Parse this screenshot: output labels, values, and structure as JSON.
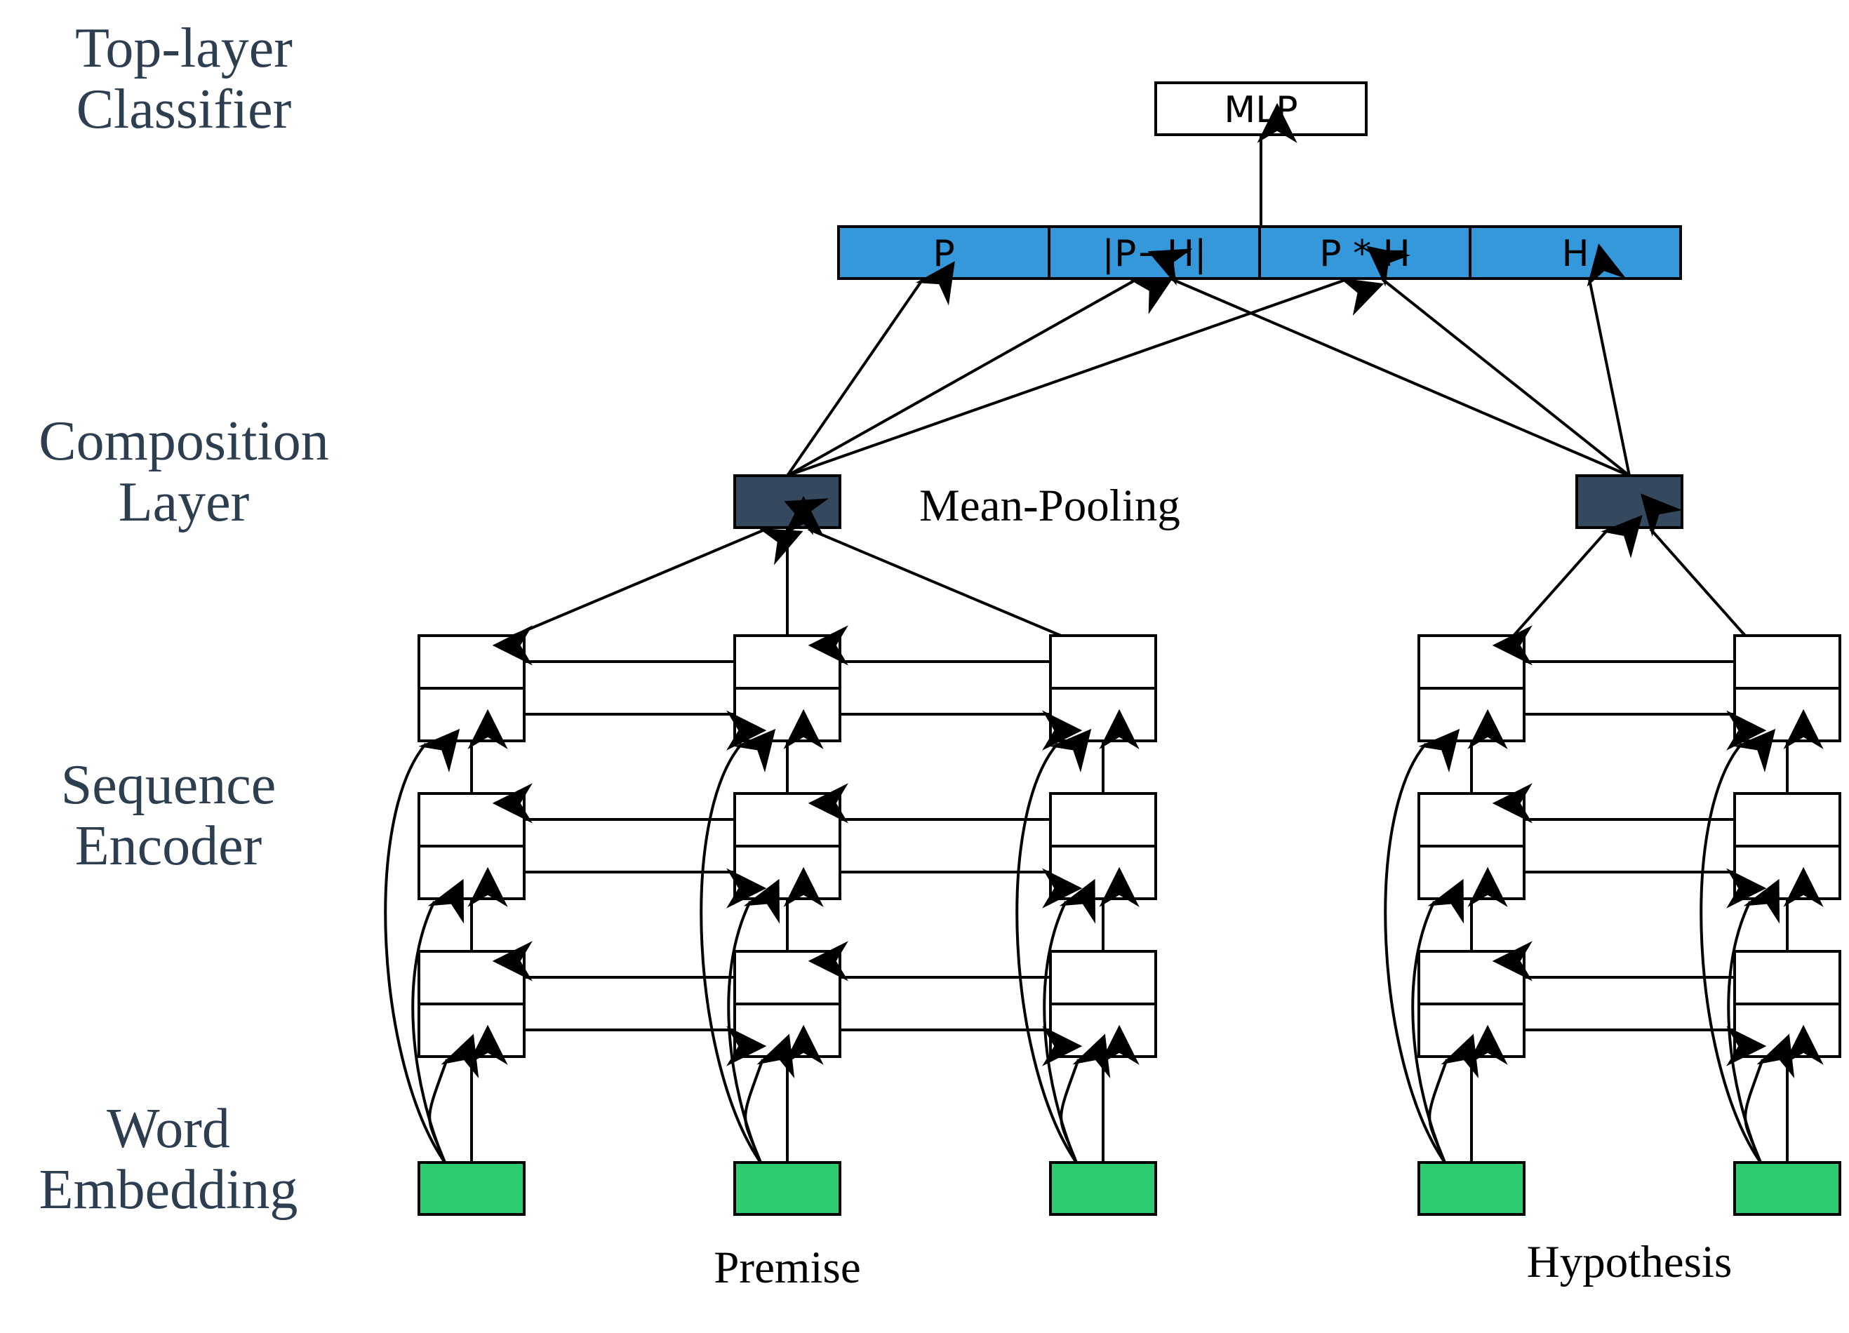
{
  "side_labels": {
    "classifier": [
      "Top-layer",
      "Classifier"
    ],
    "composition": [
      "Composition",
      "Layer"
    ],
    "encoder": [
      "Sequence",
      "Encoder"
    ],
    "embedding": [
      "Word",
      "Embedding"
    ]
  },
  "mlp": {
    "label": "MLP"
  },
  "concat": {
    "segments": [
      "P",
      "|P−H|",
      "P * H",
      "H"
    ]
  },
  "pooling": {
    "label": "Mean-Pooling"
  },
  "sequences": {
    "premise": "Premise",
    "hypothesis": "Hypothesis"
  },
  "colors": {
    "embedding": "#2ecc71",
    "pooled": "#34495e",
    "concat": "#3498db",
    "label_text": "#2c3e50"
  }
}
